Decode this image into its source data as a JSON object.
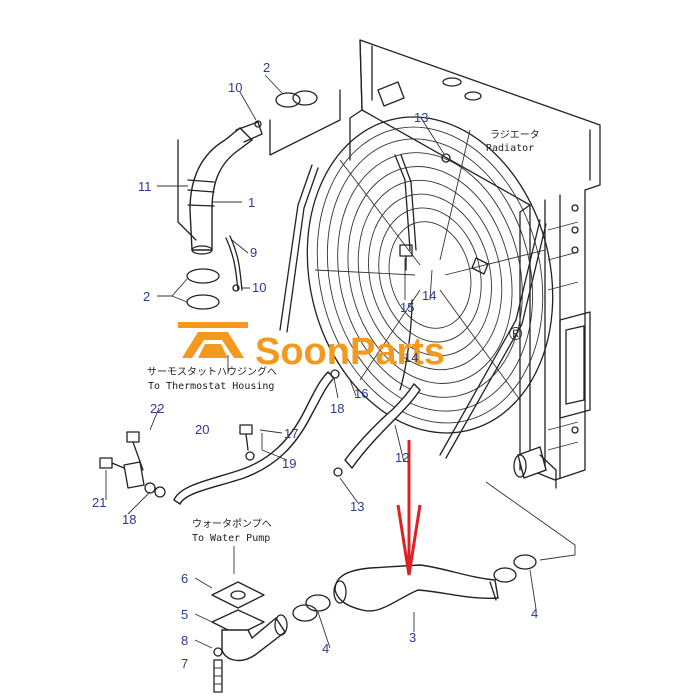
{
  "brand": {
    "name": "SoonParts",
    "registered": "®",
    "color": "#f39a1e"
  },
  "arrow": {
    "color": "#e02020"
  },
  "notes": {
    "radiator_jp": "ラジエータ",
    "radiator_en": "Radiator",
    "thermostat_jp": "サーモスタットハウジングへ",
    "thermostat_en": "To Thermostat Housing",
    "pump_jp": "ウォータポンプへ",
    "pump_en": "To Water Pump"
  },
  "callouts": {
    "c1": "1",
    "c2a": "2",
    "c2b": "2",
    "c3": "3",
    "c4a": "4",
    "c4b": "4",
    "c5": "5",
    "c6": "6",
    "c7": "7",
    "c8": "8",
    "c9": "9",
    "c10a": "10",
    "c10b": "10",
    "c11": "11",
    "c12": "12",
    "c13a": "13",
    "c13b": "13",
    "c14a": "14",
    "c14b": "14",
    "c15": "15",
    "c16": "16",
    "c17": "17",
    "c18a": "18",
    "c18b": "18",
    "c19": "19",
    "c20": "20",
    "c21": "21",
    "c22": "22"
  }
}
